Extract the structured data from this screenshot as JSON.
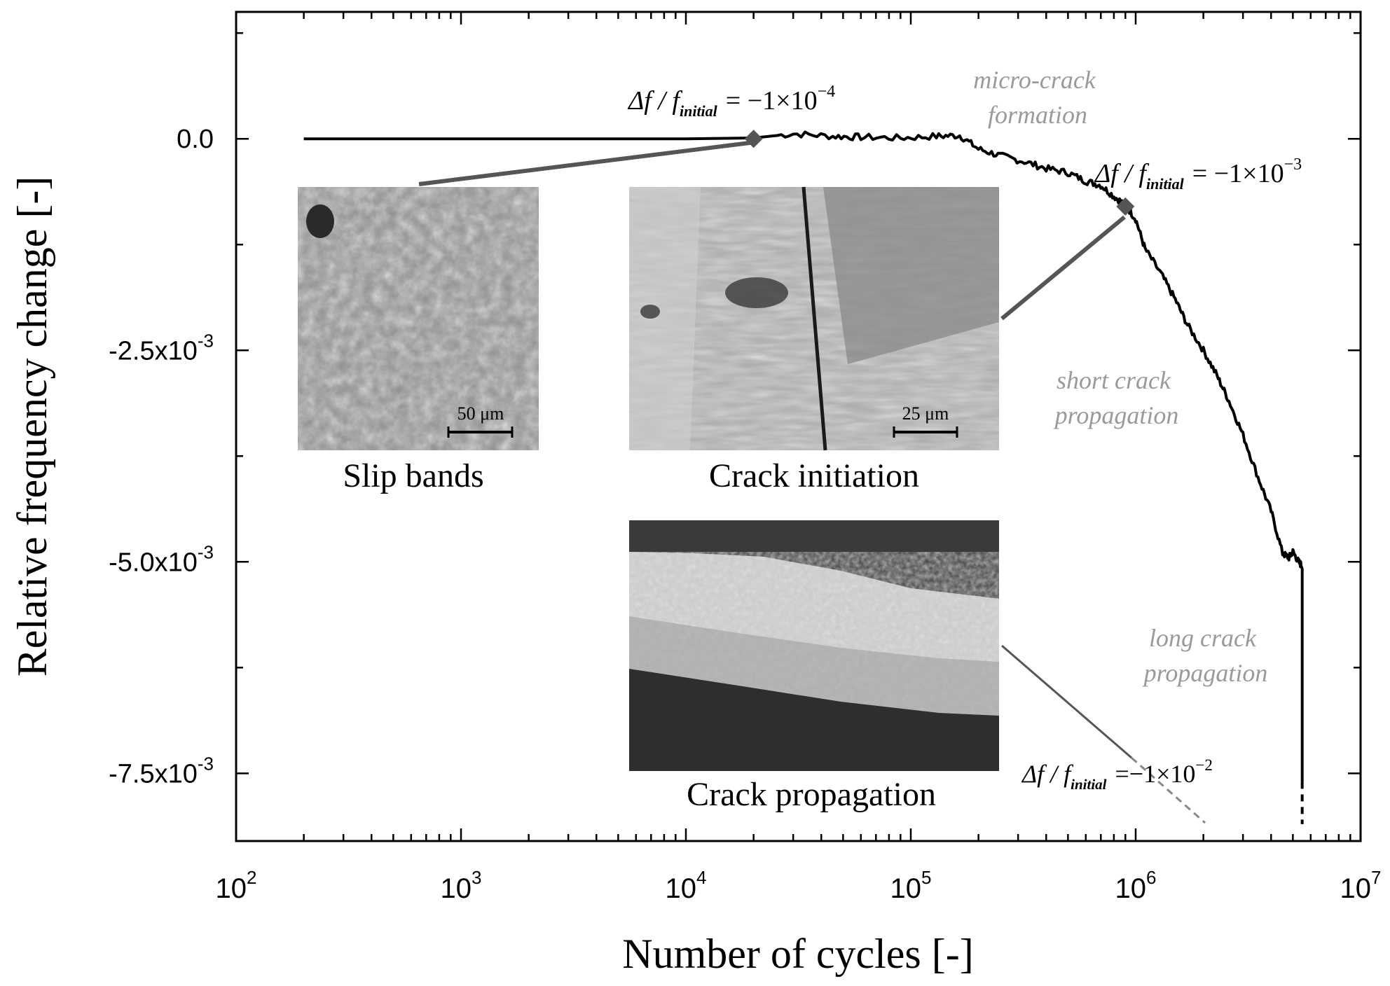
{
  "chart_data": {
    "type": "line",
    "xlabel": "Number of cycles [-]",
    "ylabel": "Relative frequency change [-]",
    "x_scale": "log",
    "xlim": [
      100,
      10000000
    ],
    "ylim": [
      -0.0083,
      0.0015
    ],
    "x_ticks": [
      {
        "value": 100,
        "base": "10",
        "exp": "2"
      },
      {
        "value": 1000,
        "base": "10",
        "exp": "3"
      },
      {
        "value": 10000,
        "base": "10",
        "exp": "4"
      },
      {
        "value": 100000,
        "base": "10",
        "exp": "5"
      },
      {
        "value": 1000000,
        "base": "10",
        "exp": "6"
      },
      {
        "value": 10000000,
        "base": "10",
        "exp": "7"
      }
    ],
    "y_ticks": [
      {
        "value": 0,
        "label": "0.0",
        "exp": ""
      },
      {
        "value": -0.0025,
        "label": "-2.5x10",
        "exp": "-3"
      },
      {
        "value": -0.005,
        "label": "-5.0x10",
        "exp": "-3"
      },
      {
        "value": -0.0075,
        "label": "-7.5x10",
        "exp": "-3"
      }
    ],
    "grid": false,
    "series": [
      {
        "x": [
          200,
          1000,
          5000,
          10000,
          20000,
          30000,
          45000,
          60000,
          90000,
          130000,
          165000,
          200000,
          250000,
          320000,
          400000,
          500000,
          600000,
          700000,
          800000,
          900000,
          1000000,
          1100000,
          1300000,
          1500000,
          1700000,
          2000000,
          2300000,
          2600000,
          3000000,
          3500000,
          4000000,
          4500000,
          4800000,
          5000000,
          5300000,
          5500000,
          5500000
        ],
        "y": [
          0,
          0,
          0,
          0,
          1e-05,
          6e-05,
          3e-05,
          2e-05,
          1e-05,
          3e-05,
          4e-05,
          -0.00012,
          -0.0002,
          -0.00027,
          -0.00035,
          -0.0004,
          -0.0005,
          -0.00055,
          -0.00068,
          -0.00078,
          -0.00095,
          -0.0013,
          -0.0016,
          -0.0019,
          -0.0022,
          -0.0025,
          -0.0028,
          -0.0031,
          -0.0035,
          -0.004,
          -0.0044,
          -0.0049,
          -0.00495,
          -0.00488,
          -0.005,
          -0.00505,
          -0.0076
        ]
      }
    ],
    "dashed_extension": {
      "x": [
        5500000,
        5500000
      ],
      "y": [
        -0.0076,
        -0.0081
      ]
    },
    "markers": [
      {
        "x": 20000,
        "y": 0
      },
      {
        "x": 900000,
        "y": -0.0008
      }
    ],
    "annotations": {
      "eq1": {
        "lhs": "Δf / f",
        "sub": "initial",
        "rhs": "= −1×10",
        "exp": "−4"
      },
      "eq2": {
        "lhs": "Δf / f",
        "sub": "initial",
        "rhs": "= −1×10",
        "exp": "−3"
      },
      "eq3": {
        "lhs": "Δf / f",
        "sub": "initial",
        "rhs": "=−1×10",
        "exp": "−2"
      },
      "stage_micro": [
        "micro-crack",
        "formation"
      ],
      "stage_short": [
        "short crack",
        "propagation"
      ],
      "stage_long": [
        "long crack",
        "propagation"
      ]
    }
  },
  "insets": [
    {
      "caption": "Slip bands",
      "scale_bar": "50 μm"
    },
    {
      "caption": "Crack initiation",
      "scale_bar": "25 μm"
    },
    {
      "caption": "Crack propagation"
    }
  ],
  "colors": {
    "curve": "#000000",
    "marker": "#555555",
    "connector": "#555555",
    "stage_text": "#9a9a9a",
    "axis": "#000000"
  }
}
